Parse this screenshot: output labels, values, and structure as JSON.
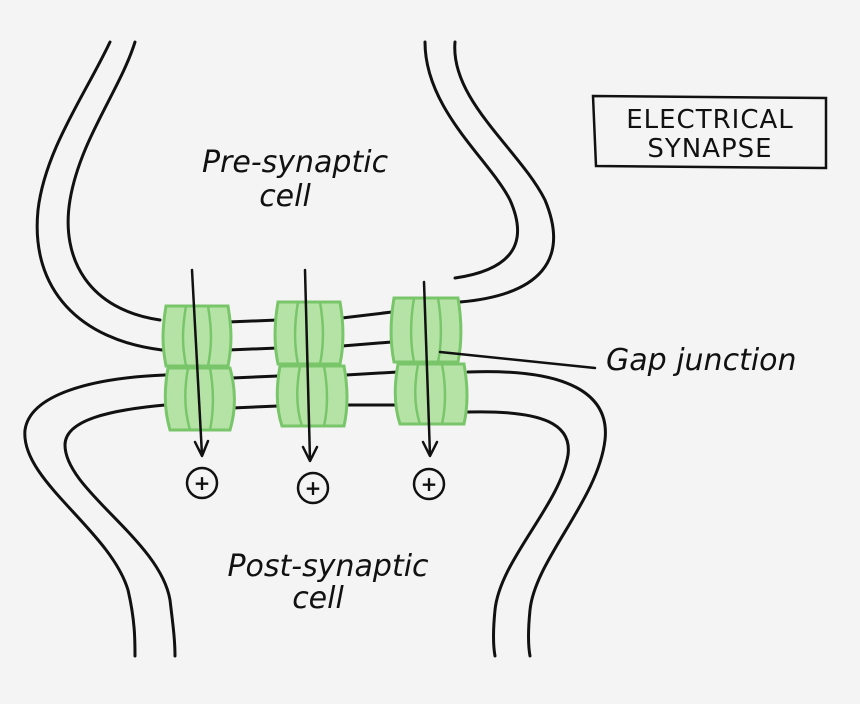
{
  "title": {
    "line1": "ELECTRICAL",
    "line2": "SYNAPSE"
  },
  "labels": {
    "pre_line1": "Pre-synaptic",
    "pre_line2": "cell",
    "post_line1": "Post-synaptic",
    "post_line2": "cell",
    "gap_junction": "Gap junction"
  },
  "ion_symbol": "+",
  "colors": {
    "channel_fill": "#b5e3a6",
    "channel_stroke": "#79c56a",
    "membrane": "#111111",
    "background": "#f4f4f4"
  }
}
